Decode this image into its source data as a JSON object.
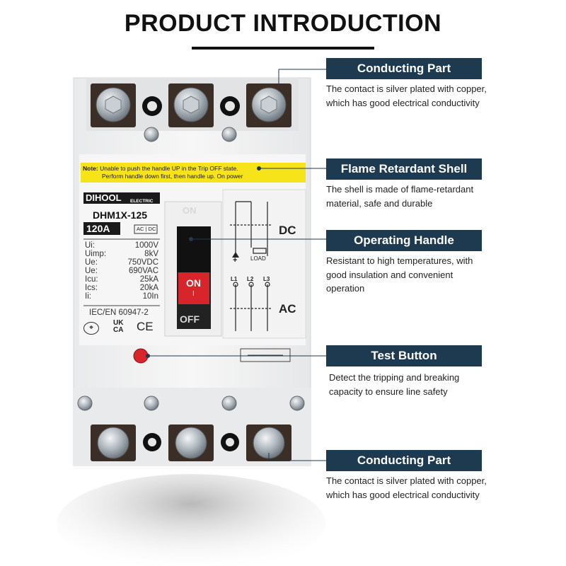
{
  "header": {
    "title": "PRODUCT INTRODUCTION"
  },
  "callouts": [
    {
      "label": "Conducting Part",
      "lines": [
        "The contact is silver plated with copper,",
        "which has good electrical conductivity"
      ]
    },
    {
      "label": "Flame Retardant Shell",
      "lines": [
        "The shell is made of flame-retardant",
        "material, safe and durable"
      ]
    },
    {
      "label": "Operating Handle",
      "lines": [
        "Resistant to high temperatures, with",
        "good insulation and convenient",
        "operation"
      ]
    },
    {
      "label": "Test Button",
      "lines": [
        "Detect the tripping and breaking",
        "capacity to ensure line safety"
      ]
    },
    {
      "label": "Conducting Part",
      "lines": [
        "The contact is silver plated with copper,",
        "which has good electrical conductivity"
      ]
    }
  ],
  "breaker": {
    "note_label": "Note:",
    "note_line1": "Unable to push the handle UP in the Trip OFF state.",
    "note_line2": "Perform handle down first, then handle up. On power",
    "brand": "DIHOOL",
    "brand_sub": "ELECTRIC",
    "model": "DHM1X-125",
    "rating": "120A",
    "acdc": "AC | DC",
    "specs": [
      {
        "k": "Ui:",
        "v": "1000V"
      },
      {
        "k": "Uimp:",
        "v": "8kV"
      },
      {
        "k": "Ue:",
        "v": "750VDC"
      },
      {
        "k": "Ue:",
        "v": "690VAC"
      },
      {
        "k": "Icu:",
        "v": "25kA"
      },
      {
        "k": "Ics:",
        "v": "20kA"
      },
      {
        "k": "Ii:",
        "v": "10In"
      }
    ],
    "standard": "IEC/EN 60947-2",
    "cert_ukca_1": "UK",
    "cert_ukca_2": "CA",
    "cert_ce": "CE",
    "handle_on_top": "ON",
    "handle_on_label": "ON",
    "handle_on_mark": "I",
    "handle_off": "OFF",
    "dc_label": "DC",
    "ac_label": "AC",
    "load_label": "LOAD",
    "plus_label": "+",
    "phase_l1": "L1",
    "phase_l2": "L2",
    "phase_l3": "L3",
    "accent_red": "#d8242b",
    "note_yellow": "#f7e31a"
  },
  "colors": {
    "callout_bg": "#1e3a50",
    "title": "#111111"
  }
}
